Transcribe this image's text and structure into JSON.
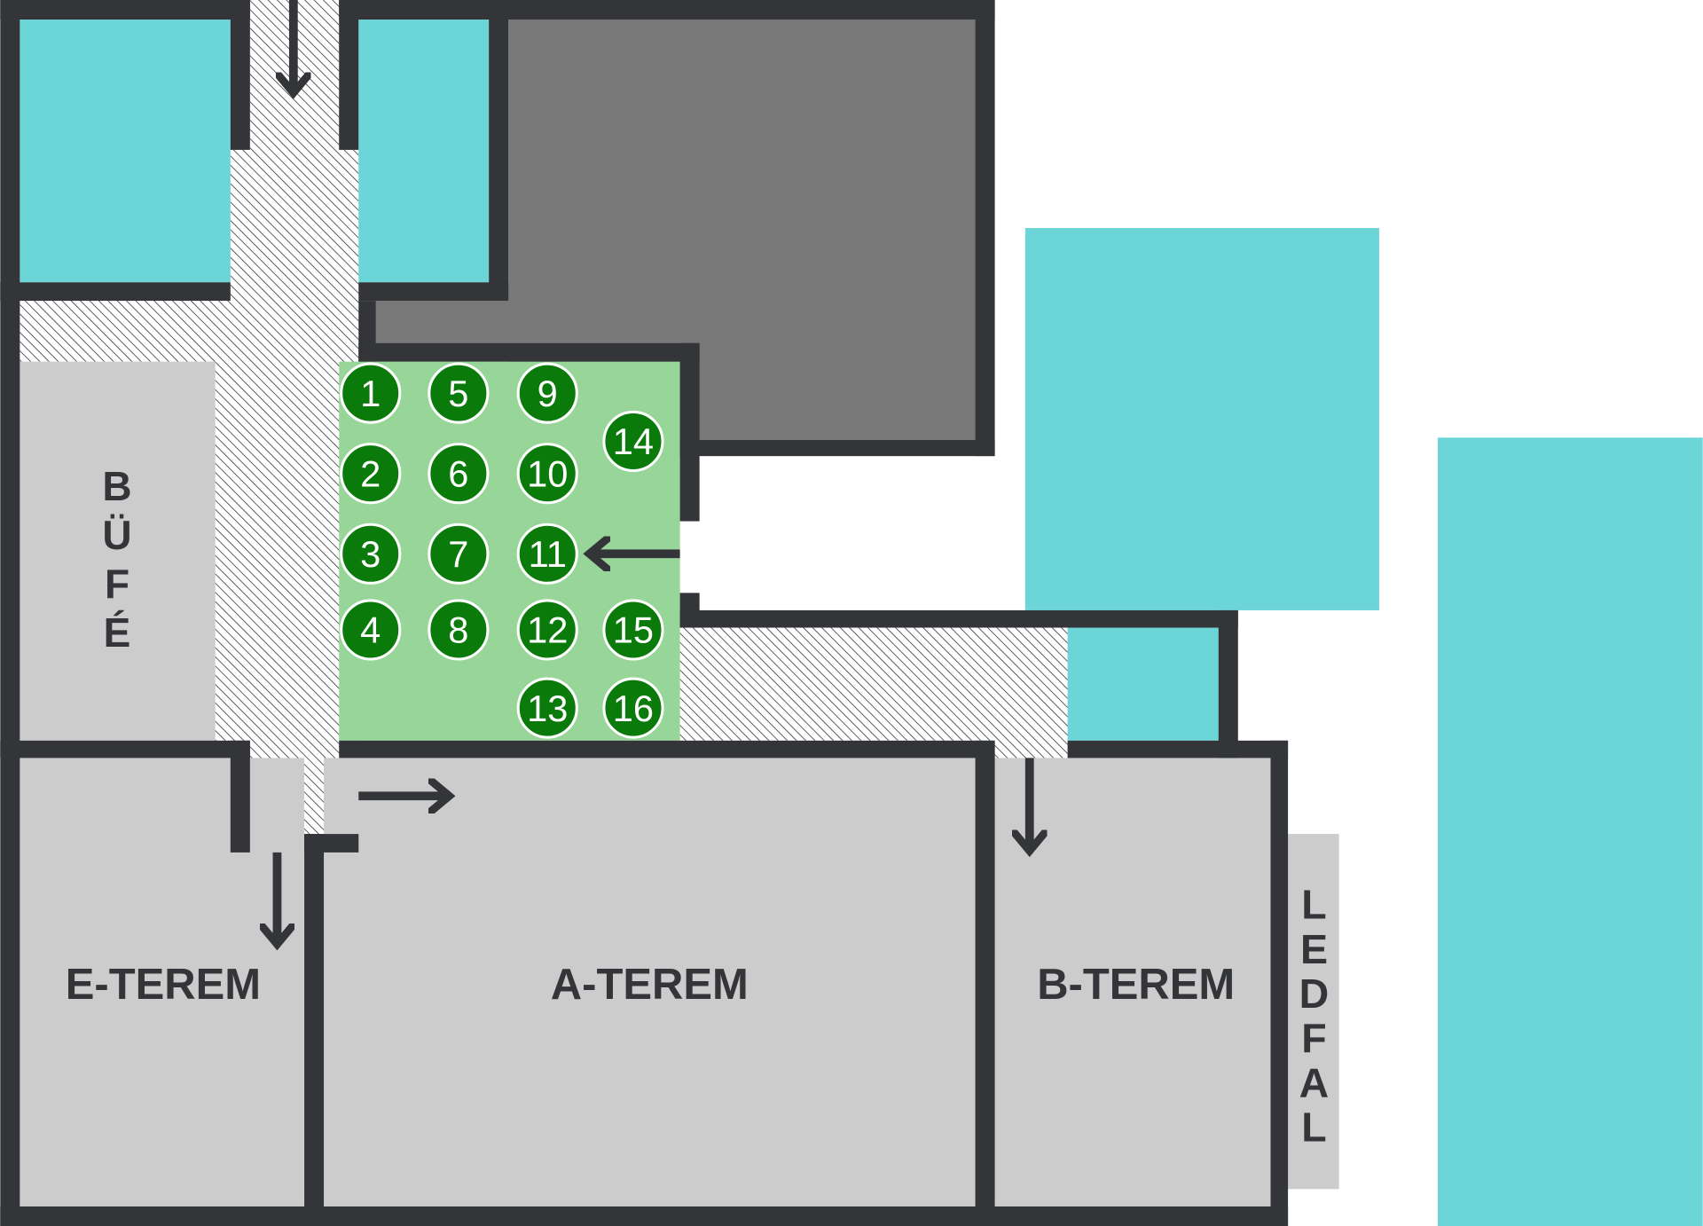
{
  "colors": {
    "wall": "#333538",
    "cyan": "#6bd5d8",
    "dark_room": "#787878",
    "room": "#cccccc",
    "seating": "#98d598",
    "seat": "#0a7a0a"
  },
  "rooms": {
    "bufe": "BÜFÉ",
    "e_terem": "E-TEREM",
    "a_terem": "A-TEREM",
    "b_terem": "B-TEREM",
    "ledfal": "LEDFAL"
  },
  "seats": [
    {
      "label": "1",
      "col": 0,
      "row": 0
    },
    {
      "label": "2",
      "col": 0,
      "row": 1
    },
    {
      "label": "3",
      "col": 0,
      "row": 2
    },
    {
      "label": "4",
      "col": 0,
      "row": 3
    },
    {
      "label": "5",
      "col": 1,
      "row": 0
    },
    {
      "label": "6",
      "col": 1,
      "row": 1
    },
    {
      "label": "7",
      "col": 1,
      "row": 2
    },
    {
      "label": "8",
      "col": 1,
      "row": 3
    },
    {
      "label": "9",
      "col": 2,
      "row": 0
    },
    {
      "label": "10",
      "col": 2,
      "row": 1
    },
    {
      "label": "11",
      "col": 2,
      "row": 2
    },
    {
      "label": "12",
      "col": 2,
      "row": 3
    },
    {
      "label": "13",
      "col": 2,
      "row": 4
    },
    {
      "label": "14",
      "col": 3,
      "row": 0.6
    },
    {
      "label": "15",
      "col": 3,
      "row": 3
    },
    {
      "label": "16",
      "col": 3,
      "row": 4
    }
  ]
}
